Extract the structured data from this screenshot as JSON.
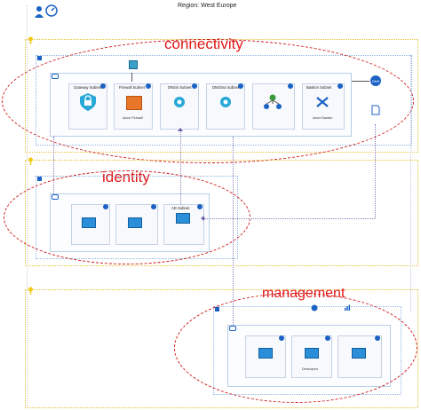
{
  "region": {
    "title": "Region: West Europe"
  },
  "platform": {
    "label": ""
  },
  "connectivity": {
    "heading": "connectivity",
    "mg_label": "",
    "rg_label": "",
    "vnet_label": "",
    "public_ip_label": "",
    "subnets": [
      {
        "name": "Gateway Subnet",
        "resource": ""
      },
      {
        "name": "Firewall Subnet",
        "resource": "Azure Firewall"
      },
      {
        "name": "DNSin Subnet",
        "resource": ""
      },
      {
        "name": "DNSOut Subnet",
        "resource": ""
      },
      {
        "name": "",
        "resource": ""
      },
      {
        "name": "Bastion Subnet",
        "resource": "Azure Bastion"
      }
    ],
    "private_dns_label": "",
    "dns_zones_label": ""
  },
  "identity": {
    "heading": "identity",
    "mg_label": "",
    "rg_label": "",
    "vnet_label": "",
    "subnets": [
      {
        "name": "",
        "resource": ""
      },
      {
        "name": "",
        "resource": ""
      },
      {
        "name": "AD Subnet",
        "resource": ""
      }
    ],
    "ad_note": ""
  },
  "management": {
    "heading": "management",
    "mg_label": "",
    "rg_label": "",
    "vnet_label": "",
    "automation_label": "",
    "log_analytics_label": "",
    "subnets": [
      {
        "name": "",
        "resource": ""
      },
      {
        "name": "",
        "resource": "Developers"
      },
      {
        "name": "",
        "resource": ""
      }
    ]
  },
  "links": {
    "link_a": "",
    "link_b": ""
  },
  "colors": {
    "accent_red": "#e01818",
    "key_yellow": "#f2c811",
    "azure_blue": "#1b62c4"
  }
}
